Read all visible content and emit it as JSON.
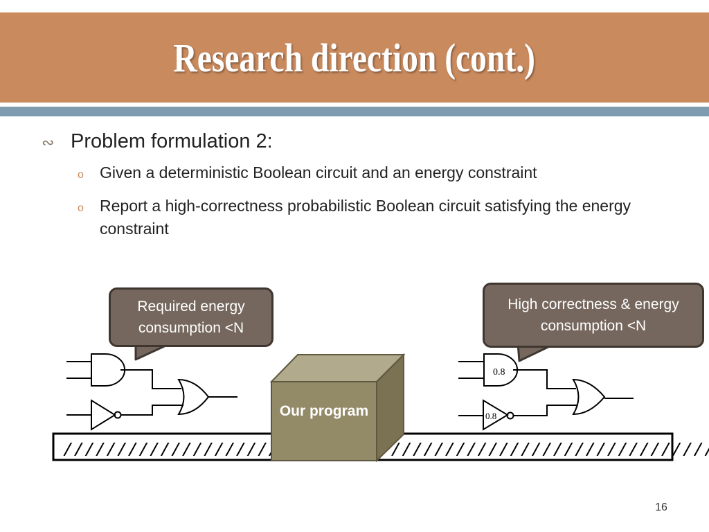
{
  "slide": {
    "title": "Research direction (cont.)",
    "page_number": "16"
  },
  "bullets": {
    "level1": "Problem formulation 2:",
    "level2": [
      "Given a deterministic Boolean circuit and an energy constraint",
      "Report a high-correctness probabilistic Boolean circuit satisfying the energy constraint"
    ]
  },
  "diagram": {
    "left_callout": "Required energy consumption <N",
    "right_callout": "High correctness & energy consumption <N",
    "program_box": "Our program",
    "gate_probability_and": "0.8",
    "gate_probability_not": "0.8",
    "colors": {
      "title_bar": "#c98a5e",
      "blue_bar": "#7f9bb0",
      "callout": "#75675d",
      "box_front": "#938a68",
      "box_top": "#b2aa8c",
      "box_side": "#7a7253"
    }
  }
}
